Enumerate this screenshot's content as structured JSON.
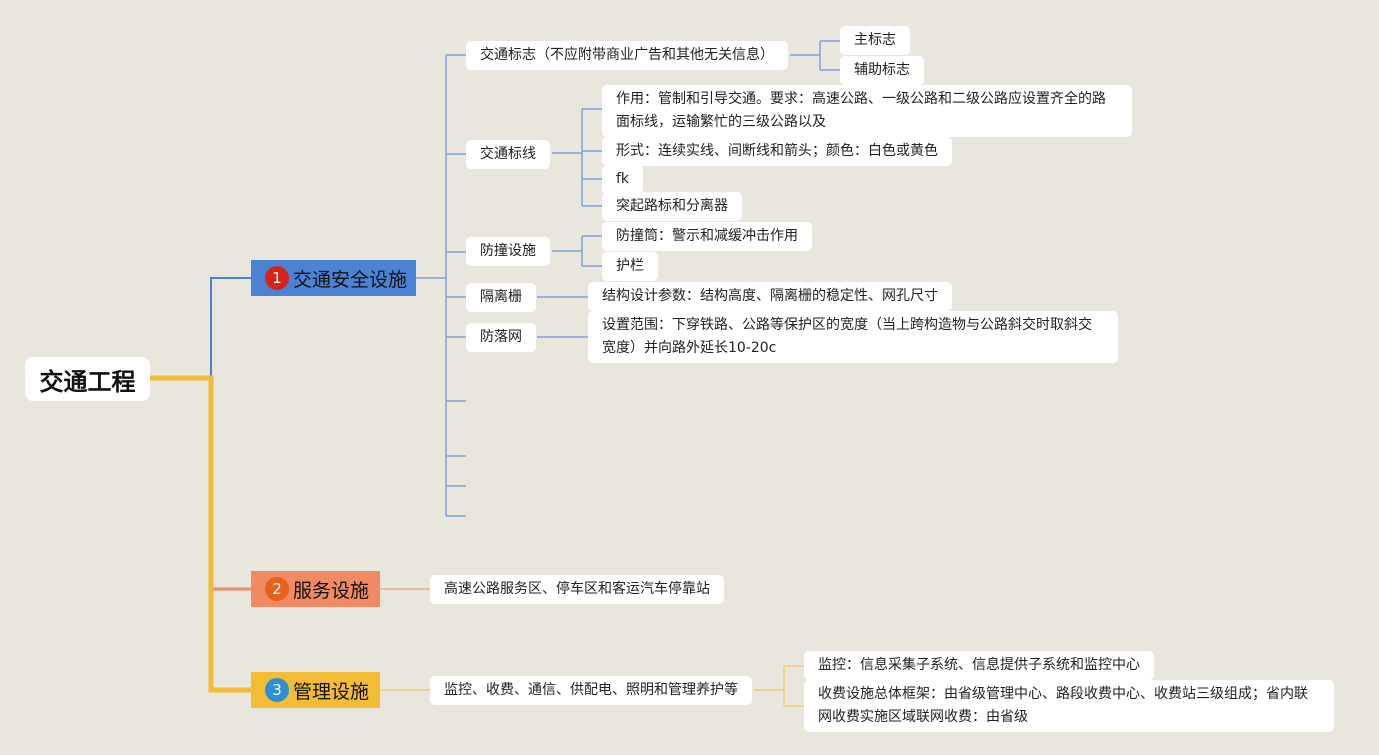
{
  "root": {
    "label": "交通工程"
  },
  "branch1": {
    "number": "1",
    "label": "交通安全设施",
    "color": "#4a82d4",
    "badge_color": "#d6231c",
    "children": [
      {
        "label": "交通标志（不应附带商业广告和其他无关信息）",
        "children": [
          "主标志",
          "辅助标志"
        ]
      },
      {
        "label": "交通标线",
        "children": [
          "作用：管制和引导交通。要求：高速公路、一级公路和二级公路应设置齐全的路面标线，运输繁忙的三级公路以及",
          "形式：连续实线、间断线和箭头；颜色：白色或黄色",
          "fk",
          "突起路标和分离器"
        ]
      },
      {
        "label": "防撞设施",
        "children": [
          "防撞筒：警示和减缓冲击作用",
          "护栏"
        ]
      },
      {
        "label": "隔离栅",
        "children": [
          "结构设计参数：结构高度、隔离栅的稳定性、网孔尺寸"
        ]
      },
      {
        "label": "防落网",
        "children": [
          "设置范围：下穿铁路、公路等保护区的宽度（当上跨构造物与公路斜交时取斜交宽度）并向路外延长10-20c"
        ]
      }
    ]
  },
  "branch2": {
    "number": "2",
    "label": "服务设施",
    "color": "#f08a63",
    "badge_color": "#e8601c",
    "children": [
      "高速公路服务区、停车区和客运汽车停靠站"
    ]
  },
  "branch3": {
    "number": "3",
    "label": "管理设施",
    "color": "#f2bc34",
    "badge_color": "#2d8fd6",
    "children": [
      {
        "label": "监控、收费、通信、供配电、照明和管理养护等",
        "children": [
          "监控：信息采集子系统、信息提供子系统和监控中心",
          "收费设施总体框架：由省级管理中心、路段收费中心、收费站三级组成；省内联网收费实施区域联网收费：由省级"
        ]
      }
    ]
  }
}
